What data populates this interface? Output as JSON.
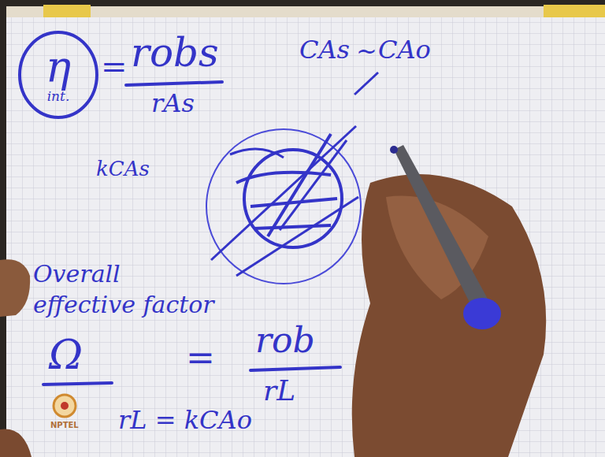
{
  "diagram": {
    "nodes": [
      {
        "text": [
          "η",
          "int."
        ]
      }
    ],
    "labels": [
      "=",
      "robs",
      "rAs",
      "kCAs",
      "CAs",
      "~",
      "CAo",
      "Overall effective factor",
      "Ω",
      "=",
      "rob",
      "rL",
      "rL = kCAo",
      "NPTEL"
    ]
  }
}
